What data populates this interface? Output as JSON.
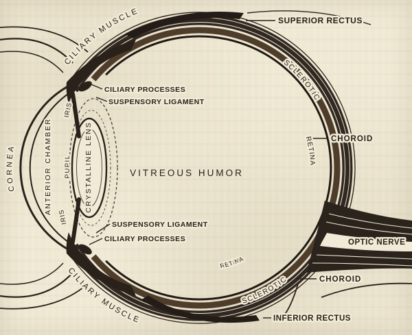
{
  "figure": {
    "colors": {
      "paper": "#f1ead6",
      "ink": "#29211a",
      "sclera": "#312921",
      "choroid": "#4e3d2b"
    },
    "labels": {
      "superior_rectus": "SUPERIOR RECTUS",
      "ciliary_muscle_upper": "CILIARY MUSCLE",
      "ciliary_muscle_lower": "CILIARY MUSCLE",
      "sclerotic_upper": "SCLEROTIC",
      "sclerotic_lower": "SCLEROTIC",
      "retina_right": "RETINA",
      "retina_lower": "RETINA",
      "choroid_upper": "CHOROID",
      "choroid_lower": "CHOROID",
      "optic_nerve": "OPTIC NERVE",
      "inferior_rectus": "INFERIOR RECTUS",
      "vitreous_humor": "VITREOUS HUMOR",
      "cornea": "CORNEA",
      "anterior_chamber": "ANTERIOR CHAMBER",
      "iris_upper": "IRIS",
      "iris_lower": "IRIS",
      "pupil": "PUPIL",
      "crystalline_lens": "CRYSTALLINE LENS",
      "ciliary_processes_upper": "CILIARY PROCESSES",
      "ciliary_processes_lower": "CILIARY PROCESSES",
      "suspensory_ligament_upper": "SUSPENSORY LIGAMENT",
      "suspensory_ligament_lower": "SUSPENSORY LIGAMENT"
    }
  }
}
